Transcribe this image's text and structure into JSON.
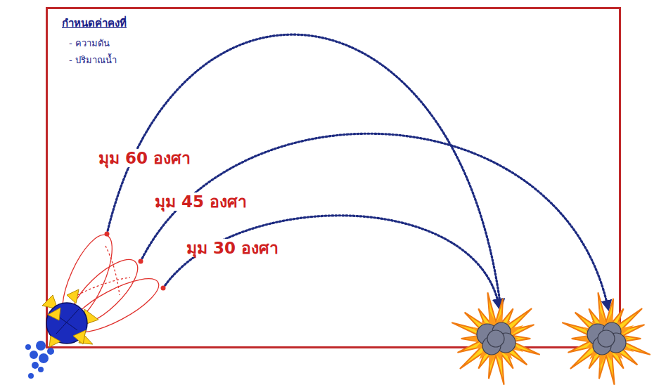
{
  "diagram": {
    "nodes": [
      {
        "text": [
          "กำหนดค่าคงที่",
          "- ความดัน",
          "- ปริมาณน้ำ"
        ]
      }
    ],
    "labels": [
      "มุม 60 องศา",
      "มุม 45 องศา",
      "มุม 30 องศา"
    ]
  }
}
